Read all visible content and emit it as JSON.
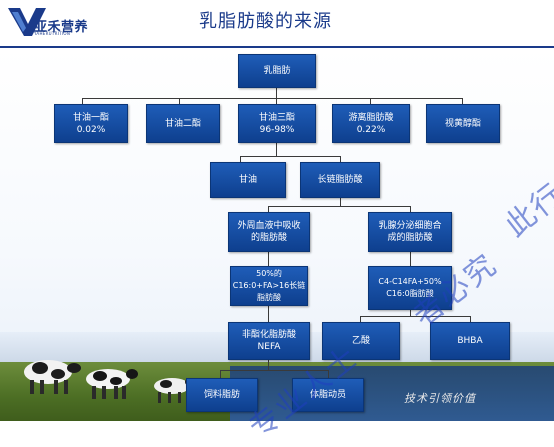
{
  "header": {
    "logo_text": "亚禾营养",
    "logo_sub": "YAHERUTRITION",
    "title": "乳脂肪酸的来源"
  },
  "diagram": {
    "root": {
      "label": "乳脂肪"
    },
    "level1": [
      {
        "line1": "甘油一酯",
        "line2": "0.02%"
      },
      {
        "line1": "甘油二酯",
        "line2": ""
      },
      {
        "line1": "甘油三酯",
        "line2": "96-98%"
      },
      {
        "line1": "游离脂肪酸",
        "line2": "0.22%"
      },
      {
        "line1": "视黄醇酯",
        "line2": ""
      }
    ],
    "level2": [
      {
        "label": "甘油"
      },
      {
        "label": "长链脂肪酸"
      }
    ],
    "level3": [
      {
        "line1": "外周血液中吸收",
        "line2": "的脂肪酸"
      },
      {
        "line1": "乳腺分泌细胞合",
        "line2": "成的脂肪酸"
      }
    ],
    "level4_left": {
      "line1": "50%的",
      "line2": "C16:0+FA>16长链",
      "line3": "脂肪酸"
    },
    "level4_right": {
      "line1": "C4-C14FA+50%",
      "line2": "C16:0脂肪酸"
    },
    "level5": [
      {
        "line1": "非酯化脂肪酸",
        "line2": "NEFA"
      },
      {
        "line1": "乙酸",
        "line2": ""
      },
      {
        "line1": "BHBA",
        "line2": ""
      }
    ],
    "level6": [
      {
        "label": "饲料脂肪"
      },
      {
        "label": "体脂动员"
      }
    ]
  },
  "watermark": {
    "text": "本资料仅供学习交流，请勿用于商业用途，违者必究，专业人士请勿滥用。",
    "visible_fragments": [
      "专业人士",
      "者必究",
      "此行"
    ]
  },
  "footer": {
    "signature": "技术引领价值"
  },
  "colors": {
    "box_top": "#1f5db8",
    "box_bottom": "#0e3f8e",
    "title": "#1a3a8a",
    "connector": "#3a3a3a",
    "watermark": "#1f3fbf"
  }
}
